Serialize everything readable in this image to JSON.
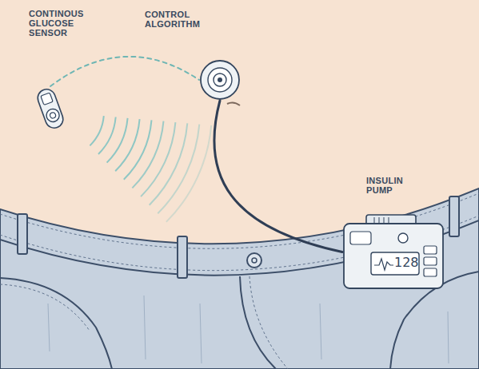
{
  "diagram": {
    "nodes": [
      {
        "text": [
          "CONTINOUS GLUCOSE SENSOR"
        ]
      },
      {
        "text": [
          "CONTROL ALGORITHM"
        ]
      },
      {
        "text": [
          "INSULIN PUMP",
          "128"
        ]
      }
    ],
    "edges": [
      {
        "from": 0,
        "to": 1,
        "arrow": "none"
      },
      {
        "from": 1,
        "to": 2,
        "arrow": "none"
      }
    ]
  }
}
